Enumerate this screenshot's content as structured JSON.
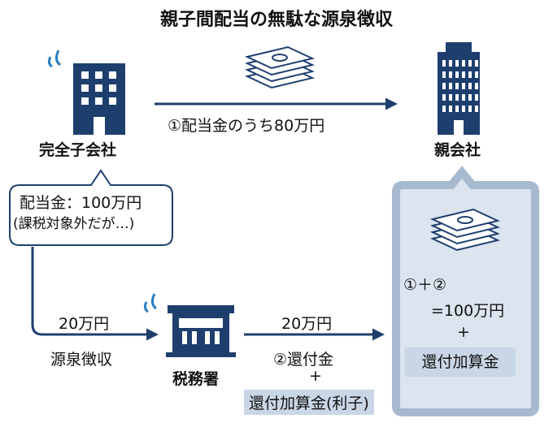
{
  "title": "親子間配当の無駄な源泉徴収",
  "subsidiary": {
    "label": "完全子会社"
  },
  "parent": {
    "label": "親会社"
  },
  "tax_office": {
    "label": "税務署"
  },
  "top_flow": {
    "label": "①配当金のうち80万円"
  },
  "bubble": {
    "line1": "配当金：100万円",
    "line2": "(課税対象外だが…)"
  },
  "left_flow": {
    "amount": "20万円",
    "label": "源泉徴収"
  },
  "bottom_flow": {
    "amount": "20万円",
    "line1": "②還付金",
    "plus": "+",
    "line2": "還付加算金(利子)"
  },
  "parent_box": {
    "line1": "①＋②",
    "line2": "=100万円",
    "plus": "+",
    "line3": "還付加算金"
  },
  "colors": {
    "navy": "#1e3f6e",
    "light_blue": "#c9d6e6",
    "panel_border": "#a7b9cf",
    "accent": "#2a7fc0"
  }
}
